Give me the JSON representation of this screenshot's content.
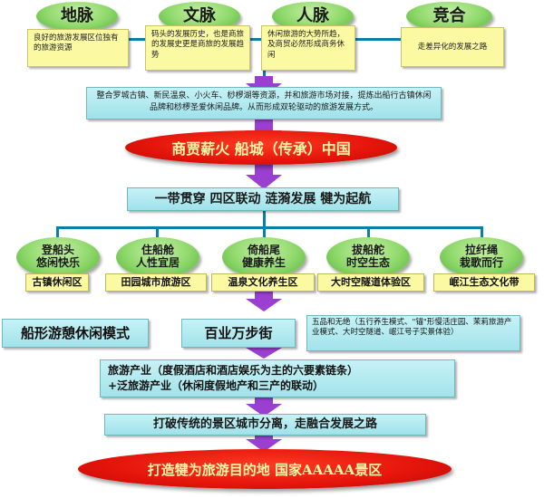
{
  "colors": {
    "arrow": "#9a3fd0",
    "connector": "#0a7fa8",
    "oval": "#8ed86a",
    "note": "#fbf9a2",
    "bar": "#a6e5ec",
    "red": "#e3140a",
    "red_text": "#fff6a8"
  },
  "pillars": [
    {
      "title": "地脉",
      "note": "良好的旅游发展区位独有的旅游资源"
    },
    {
      "title": "文脉",
      "note": "码头的发展历史，也是商旅的发展史更是商旅的发展趋势"
    },
    {
      "title": "人脉",
      "note": "休闲旅游的大势所趋，及商贸必然形成商务休闲"
    },
    {
      "title": "竞合",
      "note": "走差异化的发展之路"
    }
  ],
  "integration_text": "整合罗城古镇、新民温泉、小火车、桫椤湖等资源，并和旅游市场对接，提炼出船行古镇休闲品牌和桫椤圣爱休闲品牌。从而形成双轮驱动的旅游发展方式。",
  "theme": "商贾薪火 船城（传承）中国",
  "strategy": "一带贯穿 四区联动 涟漪发展 犍为起航",
  "zones": [
    {
      "line1": "登船头",
      "line2": "悠闲快乐",
      "label": "古镇休闲区"
    },
    {
      "line1": "住船舱",
      "line2": "人性宜居",
      "label": "田园城市旅游区"
    },
    {
      "line1": "倚船尾",
      "line2": "健康养生",
      "label": "温泉文化养生区"
    },
    {
      "line1": "拔船舵",
      "line2": "时空生态",
      "label": "大时空隧道体验区"
    },
    {
      "line1": "拉纤绳",
      "line2": "栽歌而行",
      "label": "岷江生态文化带"
    }
  ],
  "modes": {
    "mode1": "船形游憩休闲模式",
    "mode2": "百业万步街",
    "mode3": "五品和无绝（五行养生模式、\"锚\"形慢活庄园、茉莉旅游产业模式、大时空隧道、岷江号子实景体验）"
  },
  "industry": {
    "line1": "旅游产业（度假酒店和酒店娱乐为主的六要素链条）",
    "line2": "+泛旅游产业（休闲度假地产和三产的联动）"
  },
  "path": "打破传统的景区城市分离，走融合发展之路",
  "goal": "打造犍为旅游目的地 国家AAAAA景区"
}
